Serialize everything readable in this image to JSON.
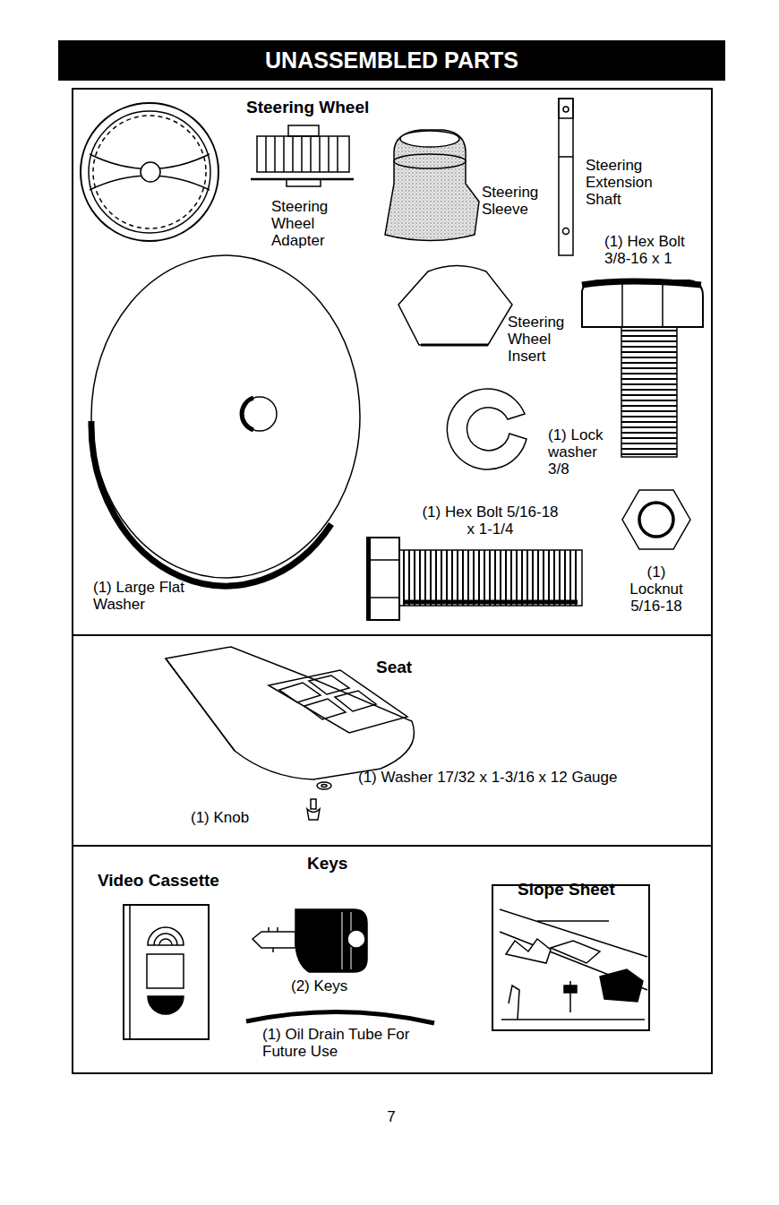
{
  "diagram": {
    "title": "UNASSEMBLED PARTS",
    "nodes": [
      {
        "text": [
          "Steering Wheel"
        ]
      },
      {
        "text": [
          "Seat"
        ]
      },
      {
        "text": [
          "Video Cassette",
          "Keys",
          "Slope Sheet"
        ]
      }
    ],
    "labels": [
      "Steering Wheel Adapter",
      "Steering Sleeve",
      "Steering Extension Shaft",
      "(1) Hex Bolt 3/8-16 x 1",
      "Steering Wheel Insert",
      "(1) Lock washer 3/8",
      "(1) Hex Bolt 5/16-18 x 1-1/4",
      "(1) Large Flat Washer",
      "(1) Locknut 5/16-18",
      "(1) Washer 17/32 x 1-3/16 x 12 Gauge",
      "(1) Knob",
      "(2) Keys",
      "(1) Oil Drain Tube For Future Use",
      "7"
    ]
  }
}
